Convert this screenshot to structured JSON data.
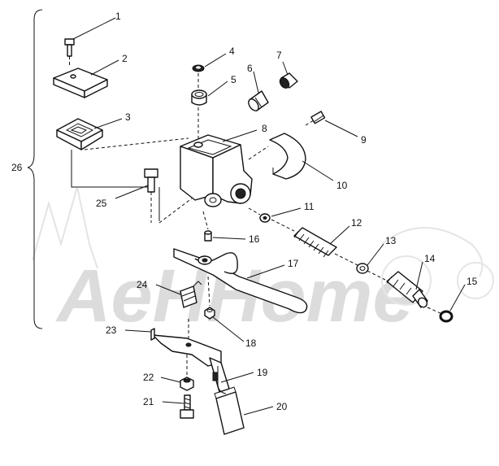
{
  "watermark": {
    "text": "AeHHome",
    "color": "#d9d9d9"
  },
  "colors": {
    "line": "#111111",
    "background": "#ffffff"
  },
  "callouts": [
    {
      "id": "1",
      "label": "1"
    },
    {
      "id": "2",
      "label": "2"
    },
    {
      "id": "3",
      "label": "3"
    },
    {
      "id": "4",
      "label": "4"
    },
    {
      "id": "5",
      "label": "5"
    },
    {
      "id": "6",
      "label": "6"
    },
    {
      "id": "7",
      "label": "7"
    },
    {
      "id": "8",
      "label": "8"
    },
    {
      "id": "9",
      "label": "9"
    },
    {
      "id": "10",
      "label": "10"
    },
    {
      "id": "11",
      "label": "11"
    },
    {
      "id": "12",
      "label": "12"
    },
    {
      "id": "13",
      "label": "13"
    },
    {
      "id": "14",
      "label": "14"
    },
    {
      "id": "15",
      "label": "15"
    },
    {
      "id": "16",
      "label": "16"
    },
    {
      "id": "17",
      "label": "17"
    },
    {
      "id": "18",
      "label": "18"
    },
    {
      "id": "19",
      "label": "19"
    },
    {
      "id": "20",
      "label": "20"
    },
    {
      "id": "21",
      "label": "21"
    },
    {
      "id": "22",
      "label": "22"
    },
    {
      "id": "23",
      "label": "23"
    },
    {
      "id": "24",
      "label": "24"
    },
    {
      "id": "25",
      "label": "25"
    },
    {
      "id": "26",
      "label": "26"
    }
  ]
}
